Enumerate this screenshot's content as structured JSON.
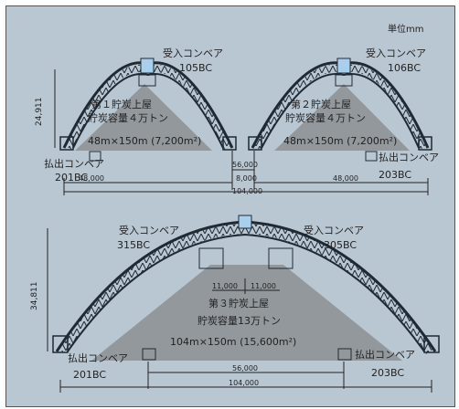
{
  "unit": "単位mm",
  "top": {
    "left_building": {
      "height": "24,911",
      "receive_conveyor": "受入コンベア",
      "receive_code": "105BC",
      "title_line1": "第１貯炭上屋",
      "title_line2": "貯炭容量４万トン",
      "size": "48m×150m (7,200m²)",
      "discharge_conveyor": "払出コンベア",
      "discharge_code": "201BC",
      "width": "48,000"
    },
    "right_building": {
      "receive_conveyor": "受入コンベア",
      "receive_code": "106BC",
      "title_line1": "第２貯炭上屋",
      "title_line2": "貯炭容量４万トン",
      "size": "48m×150m (7,200m²)",
      "discharge_conveyor": "払出コンベア",
      "discharge_code": "203BC",
      "width": "48,000"
    },
    "dim_center": "56,000",
    "dim_gap": "8,000",
    "dim_total": "104,000"
  },
  "bottom": {
    "height": "34,811",
    "receive_left_conveyor": "受入コンベア",
    "receive_left_code": "315BC",
    "receive_right_conveyor": "受入コンベア",
    "receive_right_code": "305BC",
    "inner_left": "11,000",
    "inner_right": "11,000",
    "title_line1": "第３貯炭上屋",
    "title_line2": "貯炭容量13万トン",
    "size": "104m×150m (15,600m²)",
    "discharge_left_conveyor": "払出コンベア",
    "discharge_left_code": "201BC",
    "discharge_right_conveyor": "払出コンベア",
    "discharge_right_code": "203BC",
    "dim_center": "56,000",
    "dim_total": "104,000"
  },
  "colors": {
    "background": "#b9c7d3",
    "truss": "#1f2a33",
    "coal_pile": "#8c8f93",
    "conveyor": "#a8d0ec"
  }
}
